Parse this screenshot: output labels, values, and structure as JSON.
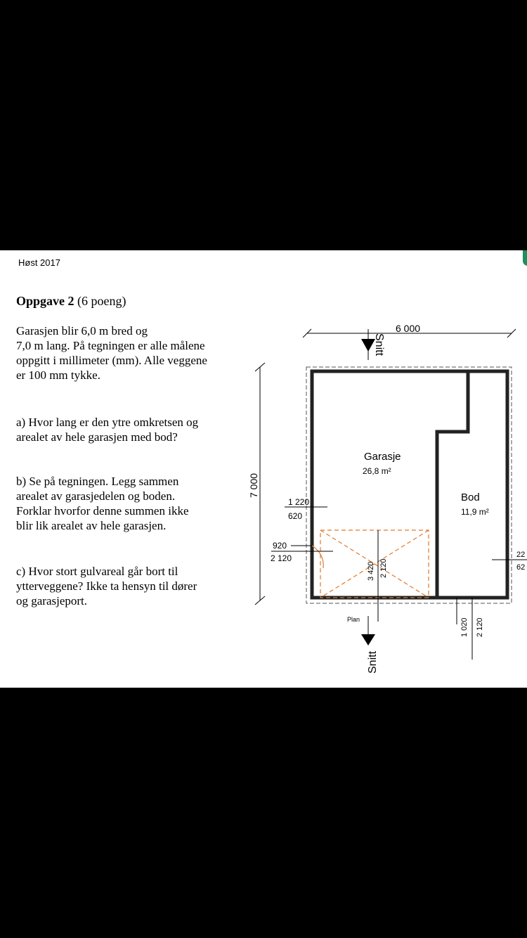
{
  "header": {
    "term": "Høst 2017"
  },
  "task": {
    "title": "Oppgave 2",
    "points": "(6 poeng)",
    "intro": "Garasjen blir 6,0 m bred og\n7,0 m lang. På tegningen er alle målene\noppgitt i millimeter (mm). Alle veggene\ner 100 mm tykke.",
    "question_a": "a) Hvor lang er den ytre omkretsen og\narealet av hele garasjen med bod?",
    "question_b": "b) Se på tegningen. Legg sammen\narealet av garasjedelen og boden.\nForklar hvorfor denne summen ikke\nblir lik arealet av hele garasjen.",
    "question_c": "c) Hvor stort gulvareal går bort til\nytterveggene? Ikke ta hensyn til dører\nog garasjeport."
  },
  "drawing": {
    "width_dim": "6 000",
    "length_dim": "7 000",
    "section_label": "Snitt",
    "plan_label": "Plan",
    "garage_label": "Garasje",
    "garage_area": "26,8 m²",
    "bod_label": "Bod",
    "bod_area": "11,9 m²",
    "window_left_top": "1 220",
    "window_left_bottom": "620",
    "door_left_top": "920",
    "door_left_bottom": "2 120",
    "gate_dim_a": "3 420",
    "gate_dim_b": "2 120",
    "bod_door_a": "1 020",
    "bod_door_b": "2 120",
    "right_top": "22",
    "right_bottom": "62"
  }
}
